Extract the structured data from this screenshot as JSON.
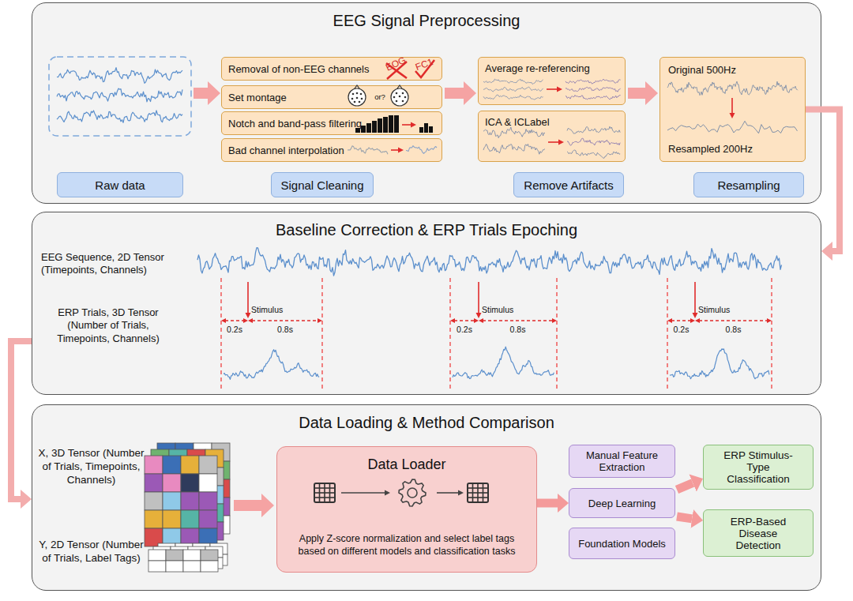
{
  "diagram": {
    "nodes": [
      {
        "text": [
          "EEG Signal Preprocessing"
        ]
      },
      {
        "text": [
          "Removal of non-EEG channels"
        ],
        "in": 0
      },
      {
        "text": [
          "Set montage"
        ],
        "in": 0
      },
      {
        "text": [
          "Notch and band-pass filtering"
        ],
        "in": 0
      },
      {
        "text": [
          "Bad channel interpolation"
        ],
        "in": 0
      },
      {
        "text": [
          "Average re-referencing"
        ],
        "in": 0
      },
      {
        "text": [
          "ICA & ICLabel"
        ],
        "in": 0
      },
      {
        "text": [
          "Original 500Hz",
          "Resampled 200Hz"
        ],
        "in": 0
      },
      {
        "text": [
          "Raw data"
        ],
        "in": 0
      },
      {
        "text": [
          "Signal Cleaning"
        ],
        "in": 0
      },
      {
        "text": [
          "Remove Artifacts"
        ],
        "in": 0
      },
      {
        "text": [
          "Resampling"
        ],
        "in": 0
      },
      {
        "text": [
          "Baseline Correction & ERP Trials Epoching"
        ]
      },
      {
        "text": [
          "Data Loading & Method Comparison"
        ]
      },
      {
        "text": [
          "Data Loader",
          "Apply Z-score normalization and select label tags based on different models and classification tasks"
        ],
        "in": 13
      },
      {
        "text": [
          "Manual Feature Extraction"
        ],
        "in": 13
      },
      {
        "text": [
          "Deep Learning"
        ],
        "in": 13
      },
      {
        "text": [
          "Foundation Models"
        ],
        "in": 13
      },
      {
        "text": [
          "ERP Stimulus-Type Classification"
        ],
        "in": 13
      },
      {
        "text": [
          "ERP-Based Disease Detection"
        ],
        "in": 13
      }
    ],
    "edges": [
      {
        "from": 7,
        "to": 12,
        "arrow": "to"
      },
      {
        "from": 12,
        "to": 13,
        "arrow": "to"
      },
      {
        "from": 14,
        "to": 16,
        "arrow": "to"
      },
      {
        "from": 16,
        "to": 18,
        "arrow": "to"
      },
      {
        "from": 16,
        "to": 19,
        "arrow": "to"
      }
    ],
    "labels": [
      "EOG",
      "FC1",
      "or?",
      "EEG Sequence, 2D Tensor (Timepoints, Channels)",
      "ERP Trials, 3D Tensor (Number of Trials, Timepoints, Channels)",
      "Stimulus",
      "0.2s",
      "0.8s",
      "Stimulus",
      "0.2s",
      "0.8s",
      "Stimulus",
      "0.2s",
      "0.8s",
      "X, 3D Tensor (Number of Trials, Timepoints, Channels)",
      "Y, 2D Tensor (Number of Trials, Label Tags)"
    ]
  }
}
